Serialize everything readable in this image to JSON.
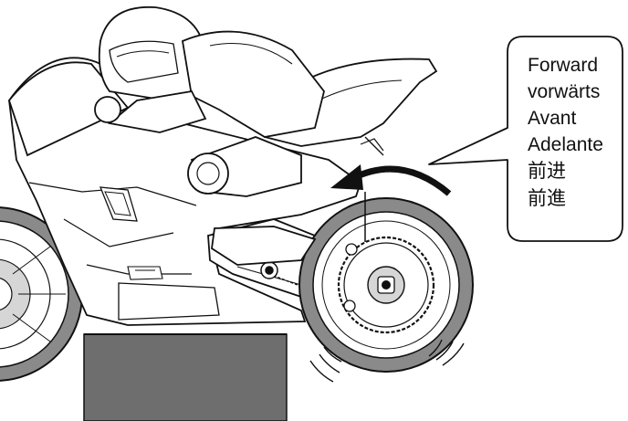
{
  "callout": {
    "lines": [
      "Forward",
      "vorwärts",
      "Avant",
      "Adelante",
      "前进",
      "前進"
    ]
  },
  "colors": {
    "line": "#111111",
    "tire": "#8a8a8a",
    "stand": "#6e6e6e",
    "rim": "#d6d6d6",
    "background": "#ffffff"
  },
  "icons": {
    "rotation": "curved-arrow-counterclockwise-icon"
  }
}
